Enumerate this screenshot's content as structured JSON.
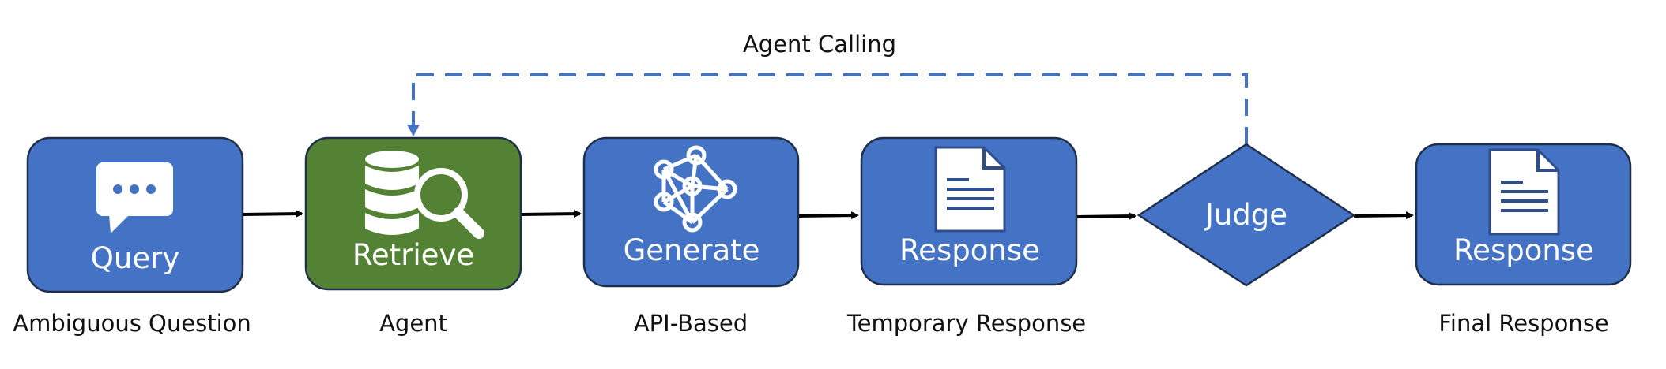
{
  "colors": {
    "primary_box": "#4472c4",
    "retrieve_box": "#548235",
    "border": "#1f2f4a",
    "arrow": "#000000",
    "loop_arrow": "#4472c4",
    "icon": "#ffffff"
  },
  "loop": {
    "label": "Agent Calling"
  },
  "nodes": [
    {
      "id": "query",
      "label": "Query",
      "caption": "Ambiguous Question",
      "icon": "chat-bubble-icon"
    },
    {
      "id": "retrieve",
      "label": "Retrieve",
      "caption": "Agent",
      "icon": "database-search-icon"
    },
    {
      "id": "generate",
      "label": "Generate",
      "caption": "API-Based",
      "icon": "neural-network-icon"
    },
    {
      "id": "response",
      "label": "Response",
      "caption": "Temporary Response",
      "icon": "document-icon"
    },
    {
      "id": "judge",
      "label": "Judge",
      "caption": ""
    },
    {
      "id": "final",
      "label": "Response",
      "caption": "Final Response",
      "icon": "document-icon"
    }
  ]
}
